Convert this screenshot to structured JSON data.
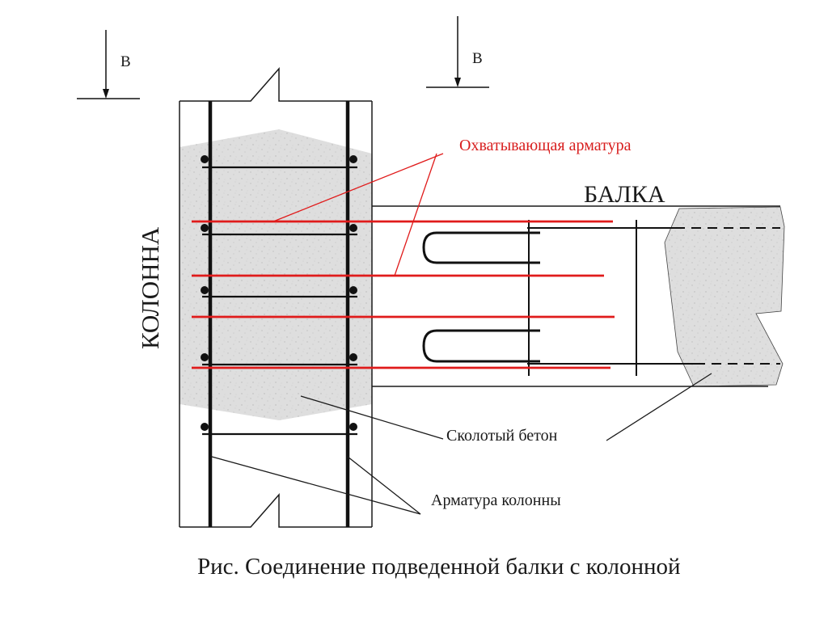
{
  "section_marks": {
    "left": "В",
    "right": "В"
  },
  "labels": {
    "column": "КОЛОННА",
    "beam": "БАЛКА",
    "wrap_rebar": "Охватывающая арматура",
    "spalled_concrete": "Сколотый бетон",
    "column_rebar": "Арматура колонны"
  },
  "caption": "Рис. Соединение подведенной балки с колонной",
  "colors": {
    "concrete": "#dedede",
    "rebar": "#111111",
    "wrap_rebar": "#e01b1b",
    "red_text": "#d81e1e"
  }
}
